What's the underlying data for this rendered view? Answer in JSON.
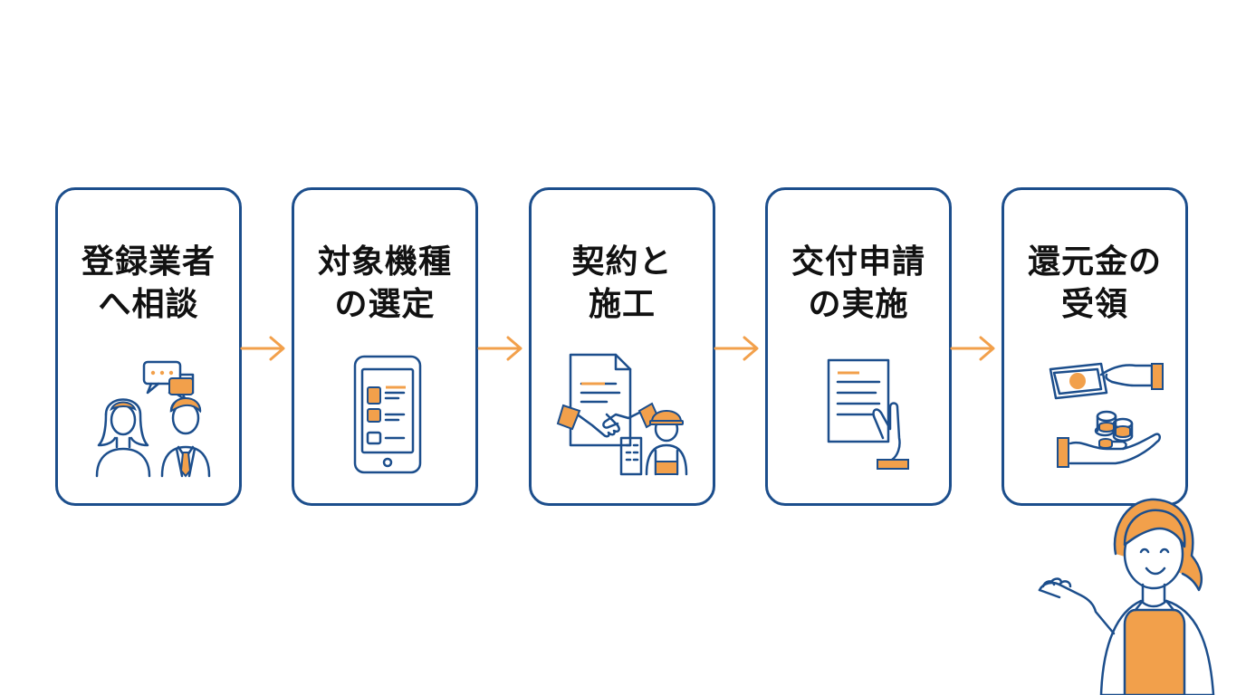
{
  "colors": {
    "navy": "#1c4e8c",
    "orange": "#f2a04b",
    "text": "#111111"
  },
  "steps": [
    {
      "title": "登録業者\nへ相談",
      "icon": "consultation-icon"
    },
    {
      "title": "対象機種\nの選定",
      "icon": "smartphone-selection-icon"
    },
    {
      "title": "契約と\n施工",
      "icon": "contract-construction-icon"
    },
    {
      "title": "交付申請\nの実施",
      "icon": "application-document-icon"
    },
    {
      "title": "還元金の\n受領",
      "icon": "money-receipt-icon"
    }
  ],
  "arrows": [
    "arrow-right-icon",
    "arrow-right-icon",
    "arrow-right-icon",
    "arrow-right-icon"
  ],
  "helper": {
    "icon": "guide-woman-icon"
  }
}
